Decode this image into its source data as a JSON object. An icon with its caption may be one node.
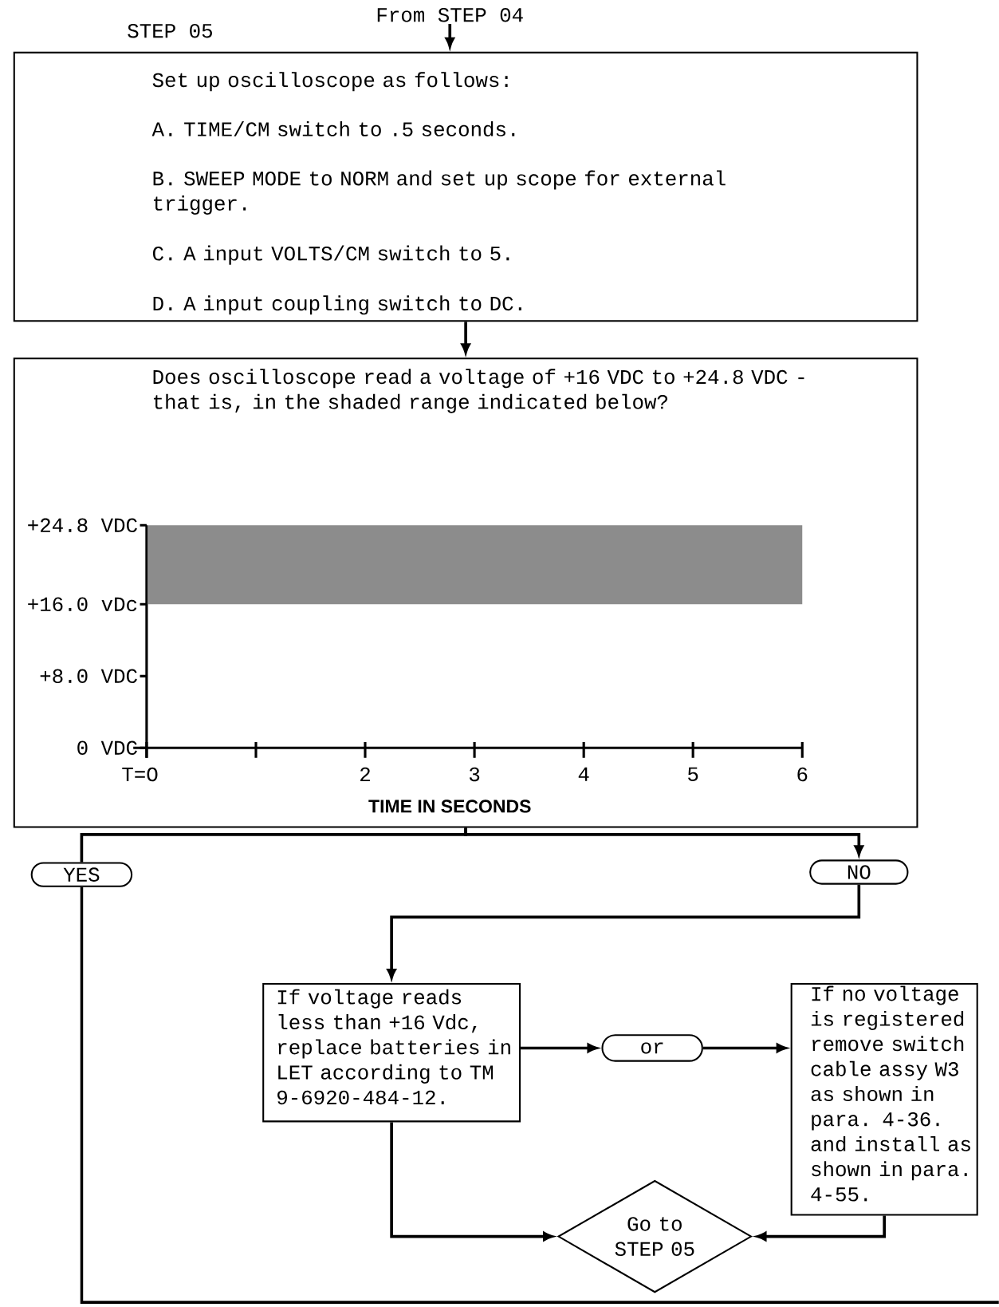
{
  "diagram": {
    "nodes": [
      {
        "text": [
          "From STEP 04"
        ]
      },
      {
        "text": [
          "Set up oscilloscope as follows:",
          "A. TIME/CM switch to .5 seconds.",
          "B. SWEEP MODE to NORM and set up scope for external trigger.",
          "C. A input VOLTS/CM switch to 5.",
          "D. A input coupling switch to DC."
        ],
        "beside": [
          "STEP 05"
        ]
      },
      {
        "text": [
          "Does oscilloscope read a voltage of +16 VDC to +24.8 VDC - that is, in the shaded range indicated below?"
        ]
      },
      {
        "text": [
          "YES"
        ]
      },
      {
        "text": [
          "NO"
        ]
      },
      {
        "text": [
          "If voltage reads less than +16 Vdc, replace batteries in LET according to TM 9-6920-484-12."
        ]
      },
      {
        "text": [
          "or"
        ]
      },
      {
        "text": [
          "If no voltage is registered remove switch cable assy W3 as shown in para. 4-36. and install as shown in para. 4-55."
        ]
      },
      {
        "text": [
          "Go to STEP 05"
        ]
      }
    ],
    "edges": [
      {
        "from": 0,
        "to": 1,
        "arrow": "to"
      },
      {
        "from": 1,
        "to": 2,
        "arrow": "to"
      },
      {
        "from": 2,
        "to": 3,
        "arrow": "none"
      },
      {
        "from": 2,
        "to": 4,
        "arrow": "to"
      },
      {
        "from": 4,
        "to": 5,
        "arrow": "to"
      },
      {
        "from": 5,
        "to": 6,
        "arrow": "to"
      },
      {
        "from": 6,
        "to": 7,
        "arrow": "to"
      },
      {
        "from": 5,
        "to": 8,
        "arrow": "to"
      },
      {
        "from": 7,
        "to": 8,
        "arrow": "to"
      },
      {
        "from": 3,
        "to": null,
        "arrow": "none"
      }
    ],
    "chart_data": {
      "type": "area",
      "xlabel": "TIME IN SECONDS",
      "bands": [
        {
          "axis": "y",
          "from": 16,
          "to": 24.8,
          "color": "#8c8c8c"
        }
      ],
      "xlim": [
        0,
        6
      ],
      "ylim": [
        0,
        24.8
      ],
      "xticks": [
        {
          "value": 0,
          "label": "T=O"
        },
        2,
        3,
        4,
        5,
        6
      ],
      "yticks": [
        {
          "value": 0,
          "label": "0 VDC"
        },
        {
          "value": 8,
          "label": "+8.0 VDC"
        },
        {
          "value": 16,
          "label": "+16.0 vDc"
        },
        {
          "value": 24.8,
          "label": "+24.8 VDC"
        }
      ]
    }
  }
}
